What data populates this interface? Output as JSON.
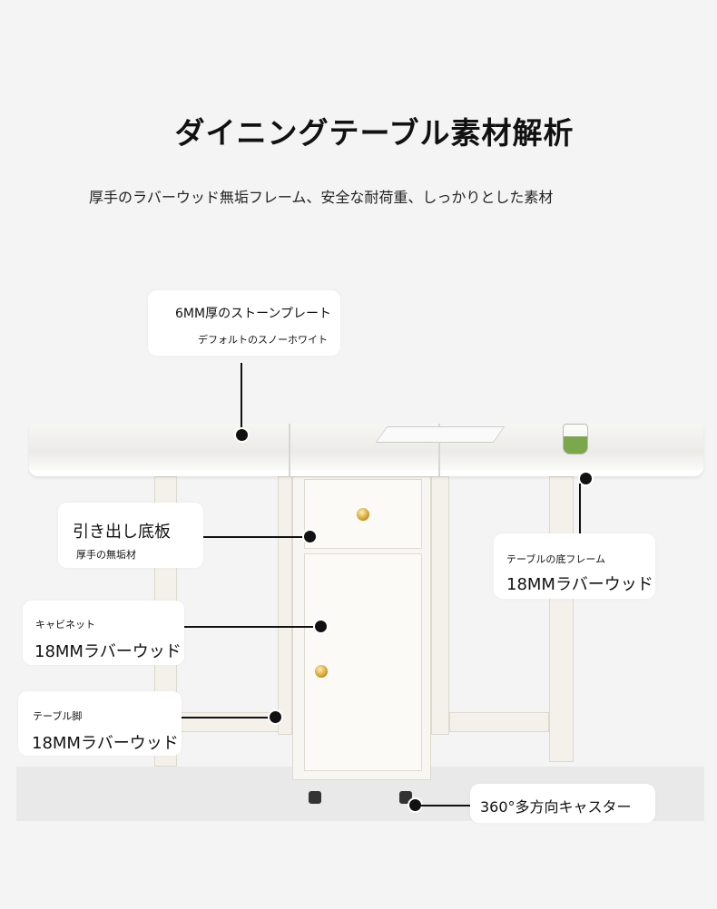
{
  "title": "ダイニングテーブル素材解析",
  "subtitle": "厚手のラバーウッド無垢フレーム、安全な耐荷重、しっかりとした素材",
  "callouts": {
    "top_plate": {
      "title": "6MM厚のストーンプレート",
      "sub": "デフォルトのスノーホワイト"
    },
    "drawer_bottom": {
      "title": "引き出し底板",
      "sub": "厚手の無垢材"
    },
    "bottom_frame": {
      "sub": "テーブルの底フレーム",
      "title": "18MMラバーウッド"
    },
    "cabinet": {
      "sub": "キャビネット",
      "title": "18MMラバーウッド"
    },
    "table_leg": {
      "sub": "テーブル脚",
      "title": "18MMラバーウッド"
    },
    "caster": {
      "title": "360°多方向キャスター"
    }
  }
}
